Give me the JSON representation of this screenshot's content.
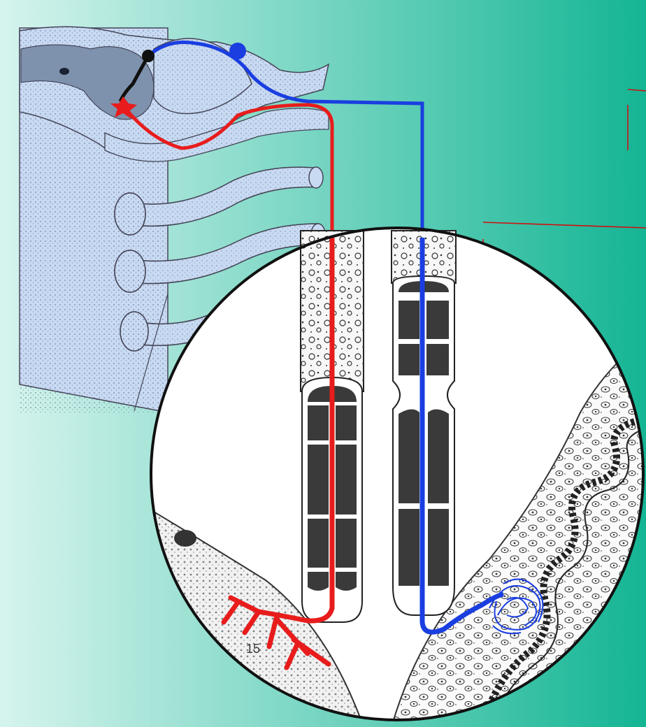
{
  "slide": {
    "page_number": "15",
    "colors": {
      "background_left": "#d6f4ee",
      "background_right": "#14b594",
      "spinal_tissue": "#c8d9f2",
      "spinal_dark": "#7e91ad",
      "motor_path": "#e81c1c",
      "sensory_path": "#1a3ee0",
      "interneuron": "#101010",
      "label_marker": "#d01010"
    },
    "icons": {
      "spinal_cord": "spinal-cord-illustration",
      "muscle_spindle": "muscle-spindle-magnified-view",
      "motor_ending": "motor-end-plate",
      "sensory_ending": "sensory-annulospiral-ending"
    }
  }
}
